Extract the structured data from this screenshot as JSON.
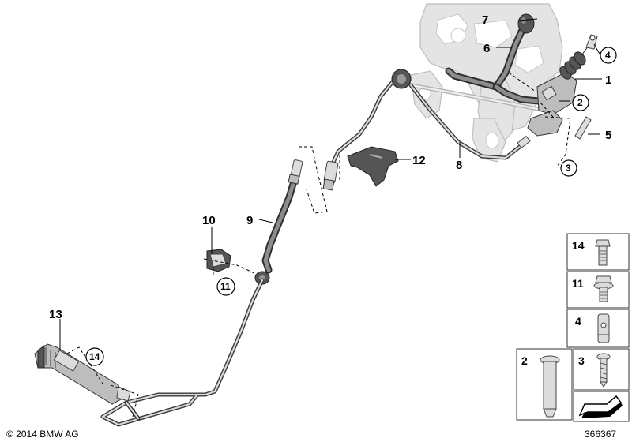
{
  "diagram": {
    "callouts": {
      "c1": "1",
      "c2": "2",
      "c3": "3",
      "c4": "4",
      "c5": "5",
      "c6": "6",
      "c7": "7",
      "c8": "8",
      "c9": "9",
      "c10": "10",
      "c11": "11",
      "c12": "12",
      "c13": "13",
      "c14": "14"
    },
    "legend_panels": [
      {
        "label": "14",
        "icon": "bolt-icon"
      },
      {
        "label": "11",
        "icon": "flange-bolt-icon"
      },
      {
        "label": "4",
        "icon": "clevis-pin-icon"
      },
      {
        "label": "2",
        "icon": "pin-icon"
      },
      {
        "label": "3",
        "icon": "screw-icon"
      }
    ],
    "copyright": "© 2014 BMW AG",
    "image_number": "366367"
  }
}
